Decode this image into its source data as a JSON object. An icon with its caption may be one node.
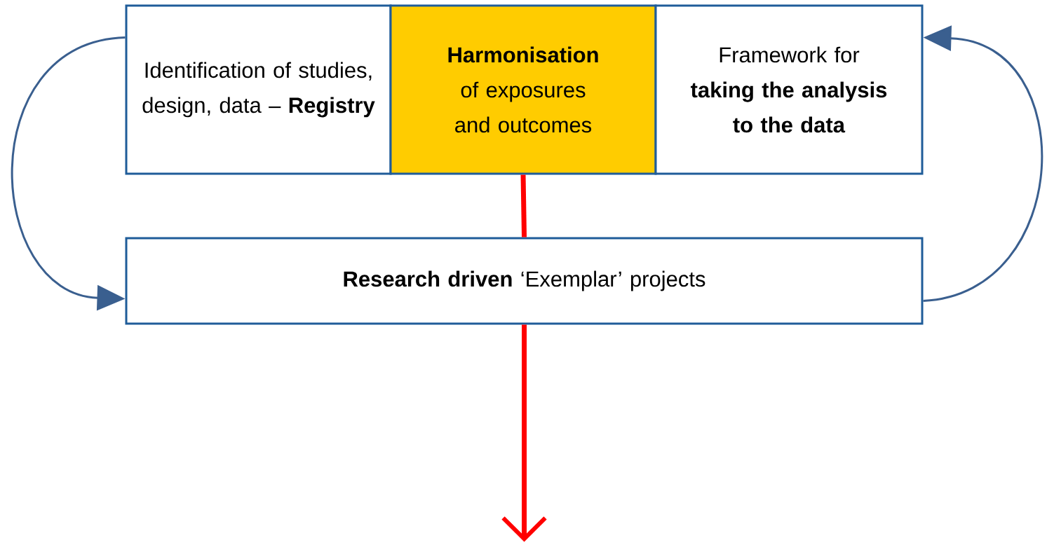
{
  "diagram": {
    "nodes": [
      {
        "text": [
          "Identification of studies, design, data – **Registry**"
        ]
      },
      {
        "text": [
          "**Harmonisation** of exposures and outcomes"
        ]
      },
      {
        "text": [
          "Framework for **taking the analysis to the data**"
        ]
      },
      {
        "text": [
          "**Research driven** ‘Exemplar’ projects"
        ]
      }
    ],
    "edges": [
      {
        "from": 0,
        "to": 3,
        "arrow": "to"
      },
      {
        "from": 3,
        "to": 2,
        "arrow": "to"
      },
      {
        "from": 1,
        "to": 3,
        "arrow": "none",
        "style": "thick",
        "color": "#ff0000"
      },
      {
        "from": 3,
        "to": null,
        "arrow": "to",
        "style": "thick",
        "color": "#ff0000"
      }
    ]
  }
}
